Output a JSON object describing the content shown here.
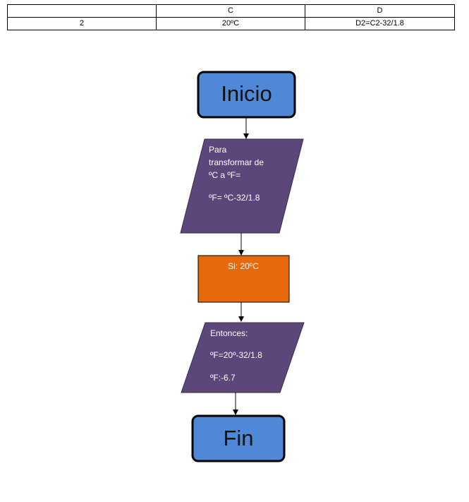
{
  "table": {
    "header": [
      "",
      "C",
      "D"
    ],
    "row": [
      "2",
      "20ºC",
      "D2=C2-32/1.8"
    ]
  },
  "flow": {
    "start": "Inicio",
    "step1": [
      "Para",
      "transformar de",
      "ºC a ºF=",
      "",
      "ºF= ºC-32/1.8"
    ],
    "step2": "Si: 20ºC",
    "step3": [
      "Entonces:",
      "ºF=20º-32/1.8",
      "ºF:-6.7"
    ],
    "end": "Fin"
  },
  "colors": {
    "terminal": "#4f88d6",
    "parallelogram": "#5d4679",
    "process": "#e6690b"
  }
}
